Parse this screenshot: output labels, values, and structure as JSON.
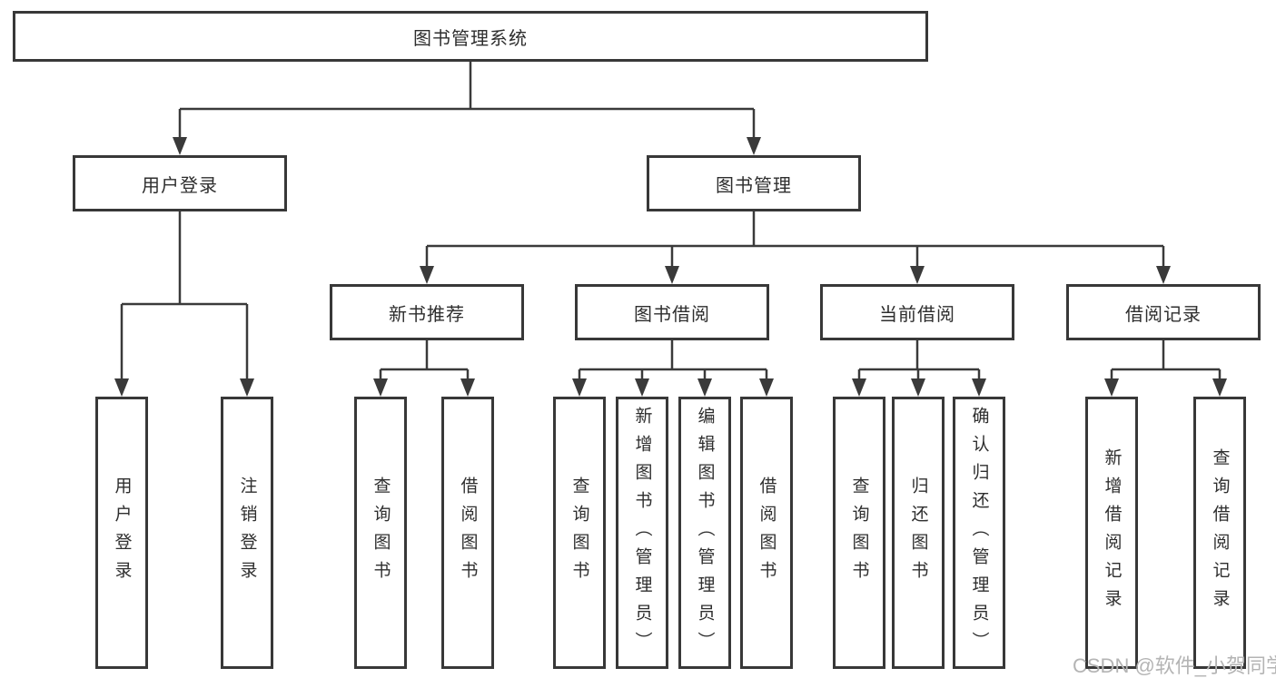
{
  "root": {
    "label": "图书管理系统"
  },
  "branches": {
    "user_login": {
      "label": "用户登录",
      "children": [
        {
          "label": "用户登录"
        },
        {
          "label": "注销登录"
        }
      ]
    },
    "book_mgmt": {
      "label": "图书管理",
      "children": [
        {
          "label": "新书推荐",
          "children": [
            {
              "label": "查询图书"
            },
            {
              "label": "借阅图书"
            }
          ]
        },
        {
          "label": "图书借阅",
          "children": [
            {
              "label": "查询图书"
            },
            {
              "label": "新增图书（管理员）"
            },
            {
              "label": "编辑图书（管理员）"
            },
            {
              "label": "借阅图书"
            }
          ]
        },
        {
          "label": "当前借阅",
          "children": [
            {
              "label": "查询图书"
            },
            {
              "label": "归还图书"
            },
            {
              "label": "确认归还（管理员）"
            }
          ]
        },
        {
          "label": "借阅记录",
          "children": [
            {
              "label": "新增借阅记录"
            },
            {
              "label": "查询借阅记录"
            }
          ]
        }
      ]
    }
  },
  "watermark": {
    "text": "CSDN @软件_小贺同学"
  },
  "colors": {
    "line": "#3a3a3a",
    "box_border": "#383838",
    "text": "#2e2e2e",
    "watermark_text": "#b4b4b4",
    "background": "#ffffff"
  }
}
